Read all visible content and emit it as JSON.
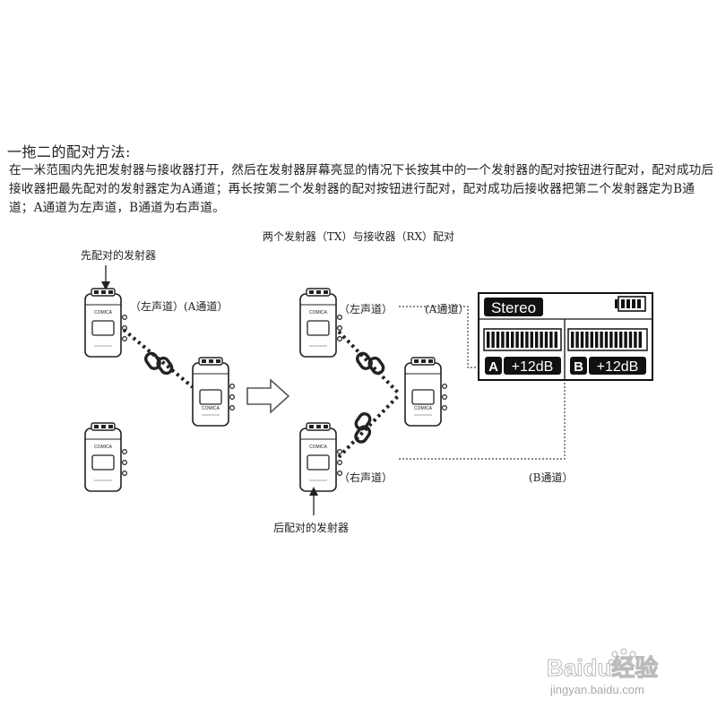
{
  "heading": "一拖二的配对方法:",
  "paragraph": "在一米范围内先把发射器与接收器打开，然后在发射器屏幕亮显的情况下长按其中的一个发射器的配对按钮进行配对，配对成功后接收器把最先配对的发射器定为A通道；再长按第二个发射器的配对按钮进行配对，配对成功后接收器把第二个发射器定为B通道；A通道为左声道，B通道为右声道。",
  "caption": "两个发射器（TX）与接收器（RX）配对",
  "labels": {
    "first_paired": "先配对的发射器",
    "left_a_channel": "（左声道）(A通道）",
    "left_channel": "（左声道）",
    "a_channel": "(A通道）",
    "right_channel": "（右声道）",
    "b_channel": "(B通道）",
    "later_paired": "后配对的发射器",
    "device_brand": "COMICA"
  },
  "display": {
    "mode": "Stereo",
    "channel_a": "A",
    "channel_b": "B",
    "gain_a": "+12dB",
    "gain_b": "+12dB"
  },
  "watermark": {
    "logo": "Baidu经验",
    "url": "jingyan.baidu.com"
  }
}
